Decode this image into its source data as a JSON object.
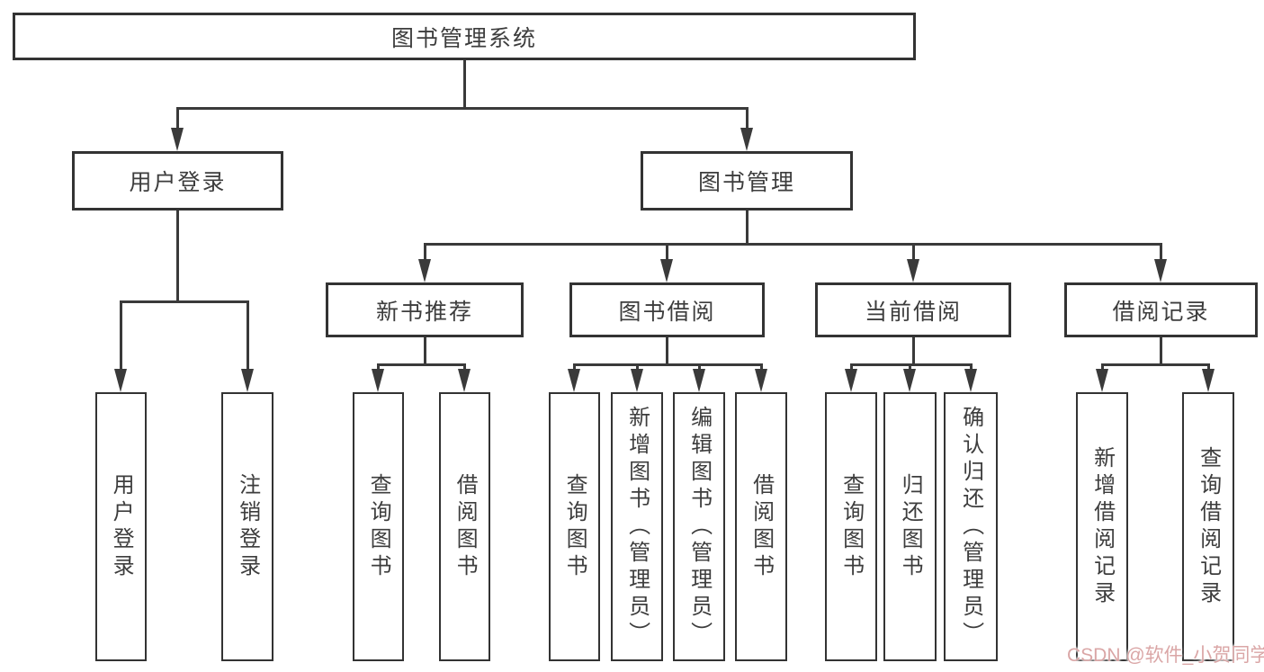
{
  "colors": {
    "line": "#3a3a3a",
    "box_border": "#333333",
    "text": "#3d3d3d",
    "background": "#ffffff",
    "watermark": "#daa6a6"
  },
  "tree": {
    "label": "图书管理系统",
    "children": [
      {
        "label": "用户登录",
        "children": [
          {
            "label": "用户登录"
          },
          {
            "label": "注销登录"
          }
        ]
      },
      {
        "label": "图书管理",
        "children": [
          {
            "label": "新书推荐",
            "children": [
              {
                "label": "查询图书"
              },
              {
                "label": "借阅图书"
              }
            ]
          },
          {
            "label": "图书借阅",
            "children": [
              {
                "label": "查询图书"
              },
              {
                "label": "新增图书（管理员）"
              },
              {
                "label": "编辑图书（管理员）"
              },
              {
                "label": "借阅图书"
              }
            ]
          },
          {
            "label": "当前借阅",
            "children": [
              {
                "label": "查询图书"
              },
              {
                "label": "归还图书"
              },
              {
                "label": "确认归还（管理员）"
              }
            ]
          },
          {
            "label": "借阅记录",
            "children": [
              {
                "label": "新增借阅记录"
              },
              {
                "label": "查询借阅记录"
              }
            ]
          }
        ]
      }
    ]
  },
  "watermark": {
    "text": "CSDN @软件_小贺同学"
  }
}
